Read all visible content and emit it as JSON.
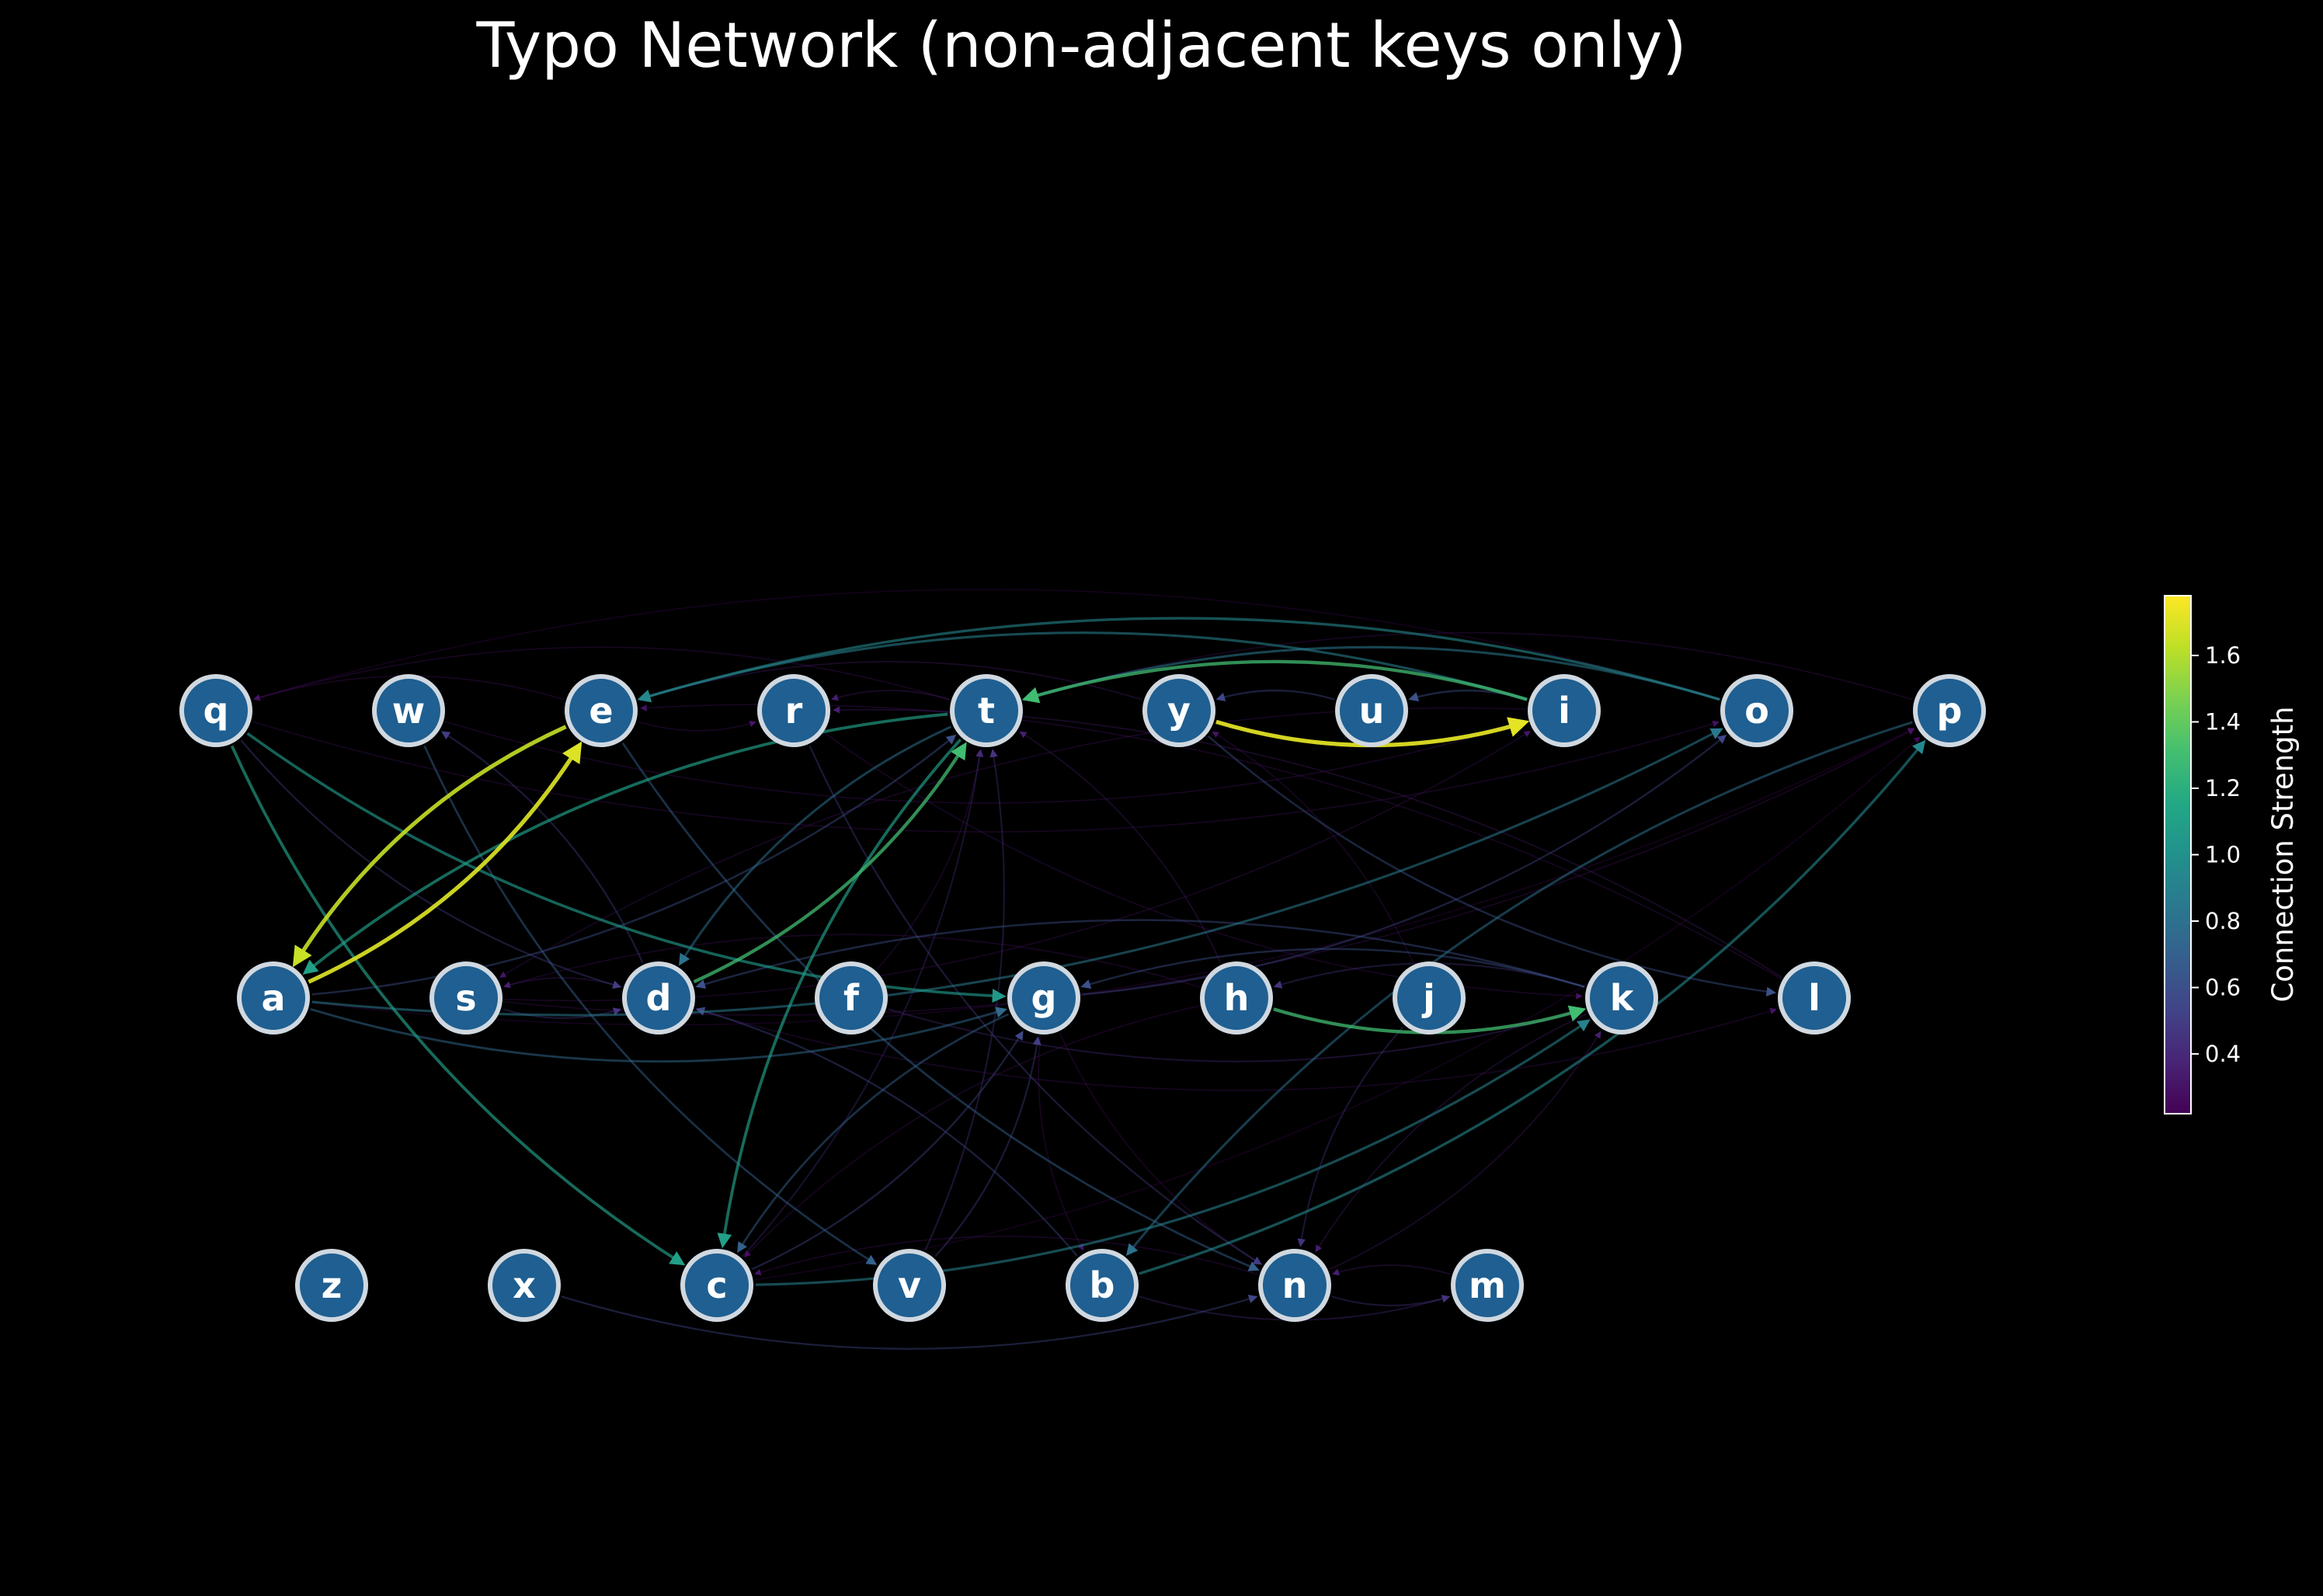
{
  "title": "Typo Network (non-adjacent keys only)",
  "colorbar": {
    "label": "Connection Strength",
    "range": [
      0.22,
      1.78
    ],
    "ticks": [
      "0.4",
      "0.6",
      "0.8",
      "1.0",
      "1.2",
      "1.4",
      "1.6"
    ],
    "tick_values": [
      0.4,
      0.6,
      0.8,
      1.0,
      1.2,
      1.4,
      1.6
    ],
    "colormap": "viridis"
  },
  "node_color": "#1f5f91",
  "node_border_color": "#d0d8e0",
  "nodes": [
    {
      "id": "q",
      "label": "q"
    },
    {
      "id": "w",
      "label": "w"
    },
    {
      "id": "e",
      "label": "e"
    },
    {
      "id": "r",
      "label": "r"
    },
    {
      "id": "t",
      "label": "t"
    },
    {
      "id": "y",
      "label": "y"
    },
    {
      "id": "u",
      "label": "u"
    },
    {
      "id": "i",
      "label": "i"
    },
    {
      "id": "o",
      "label": "o"
    },
    {
      "id": "p",
      "label": "p"
    },
    {
      "id": "a",
      "label": "a"
    },
    {
      "id": "s",
      "label": "s"
    },
    {
      "id": "d",
      "label": "d"
    },
    {
      "id": "f",
      "label": "f"
    },
    {
      "id": "g",
      "label": "g"
    },
    {
      "id": "h",
      "label": "h"
    },
    {
      "id": "j",
      "label": "j"
    },
    {
      "id": "k",
      "label": "k"
    },
    {
      "id": "l",
      "label": "l"
    },
    {
      "id": "z",
      "label": "z"
    },
    {
      "id": "x",
      "label": "x"
    },
    {
      "id": "c",
      "label": "c"
    },
    {
      "id": "v",
      "label": "v"
    },
    {
      "id": "b",
      "label": "b"
    },
    {
      "id": "n",
      "label": "n"
    },
    {
      "id": "m",
      "label": "m"
    }
  ],
  "edges": [
    {
      "source": "a",
      "target": "e",
      "weight": 1.7
    },
    {
      "source": "e",
      "target": "a",
      "weight": 1.65
    },
    {
      "source": "y",
      "target": "i",
      "weight": 1.72
    },
    {
      "source": "d",
      "target": "t",
      "weight": 1.3
    },
    {
      "source": "h",
      "target": "k",
      "weight": 1.3
    },
    {
      "source": "i",
      "target": "t",
      "weight": 1.3
    },
    {
      "source": "q",
      "target": "c",
      "weight": 1.1
    },
    {
      "source": "q",
      "target": "g",
      "weight": 1.05
    },
    {
      "source": "t",
      "target": "a",
      "weight": 1.1
    },
    {
      "source": "t",
      "target": "c",
      "weight": 1.1
    },
    {
      "source": "o",
      "target": "e",
      "weight": 0.95
    },
    {
      "source": "b",
      "target": "p",
      "weight": 0.95
    },
    {
      "source": "c",
      "target": "k",
      "weight": 0.9
    },
    {
      "source": "i",
      "target": "e",
      "weight": 0.9
    },
    {
      "source": "a",
      "target": "o",
      "weight": 0.85
    },
    {
      "source": "o",
      "target": "t",
      "weight": 0.85
    },
    {
      "source": "p",
      "target": "b",
      "weight": 0.8
    },
    {
      "source": "t",
      "target": "d",
      "weight": 0.8
    },
    {
      "source": "a",
      "target": "g",
      "weight": 0.75
    },
    {
      "source": "e",
      "target": "n",
      "weight": 0.7
    },
    {
      "source": "w",
      "target": "v",
      "weight": 0.7
    },
    {
      "source": "g",
      "target": "c",
      "weight": 0.7
    },
    {
      "source": "k",
      "target": "d",
      "weight": 0.6
    },
    {
      "source": "x",
      "target": "n",
      "weight": 0.55
    },
    {
      "source": "y",
      "target": "l",
      "weight": 0.6
    },
    {
      "source": "r",
      "target": "n",
      "weight": 0.5
    },
    {
      "source": "k",
      "target": "g",
      "weight": 0.6
    },
    {
      "source": "b",
      "target": "d",
      "weight": 0.55
    },
    {
      "source": "c",
      "target": "g",
      "weight": 0.55
    },
    {
      "source": "i",
      "target": "u",
      "weight": 0.6
    },
    {
      "source": "u",
      "target": "y",
      "weight": 0.55
    },
    {
      "source": "q",
      "target": "d",
      "weight": 0.5
    },
    {
      "source": "d",
      "target": "w",
      "weight": 0.5
    },
    {
      "source": "a",
      "target": "t",
      "weight": 0.6
    },
    {
      "source": "g",
      "target": "o",
      "weight": 0.55
    },
    {
      "source": "j",
      "target": "n",
      "weight": 0.45
    },
    {
      "source": "v",
      "target": "g",
      "weight": 0.5
    },
    {
      "source": "v",
      "target": "t",
      "weight": 0.45
    },
    {
      "source": "n",
      "target": "m",
      "weight": 0.45
    },
    {
      "source": "b",
      "target": "m",
      "weight": 0.4
    },
    {
      "source": "m",
      "target": "n",
      "weight": 0.35
    },
    {
      "source": "s",
      "target": "d",
      "weight": 0.45
    },
    {
      "source": "d",
      "target": "s",
      "weight": 0.35
    },
    {
      "source": "h",
      "target": "s",
      "weight": 0.3
    },
    {
      "source": "p",
      "target": "t",
      "weight": 0.3
    },
    {
      "source": "t",
      "target": "r",
      "weight": 0.35
    },
    {
      "source": "l",
      "target": "r",
      "weight": 0.35
    },
    {
      "source": "t",
      "target": "q",
      "weight": 0.3
    },
    {
      "source": "e",
      "target": "q",
      "weight": 0.3
    },
    {
      "source": "o",
      "target": "q",
      "weight": 0.25
    },
    {
      "source": "h",
      "target": "t",
      "weight": 0.35
    },
    {
      "source": "k",
      "target": "h",
      "weight": 0.45
    },
    {
      "source": "f",
      "target": "k",
      "weight": 0.4
    },
    {
      "source": "s",
      "target": "p",
      "weight": 0.3
    },
    {
      "source": "k",
      "target": "n",
      "weight": 0.35
    },
    {
      "source": "n",
      "target": "k",
      "weight": 0.35
    },
    {
      "source": "n",
      "target": "c",
      "weight": 0.3
    },
    {
      "source": "c",
      "target": "t",
      "weight": 0.4
    },
    {
      "source": "i",
      "target": "s",
      "weight": 0.3
    },
    {
      "source": "q",
      "target": "o",
      "weight": 0.3
    },
    {
      "source": "y",
      "target": "e",
      "weight": 0.35
    },
    {
      "source": "l",
      "target": "e",
      "weight": 0.3
    },
    {
      "source": "g",
      "target": "b",
      "weight": 0.3
    },
    {
      "source": "d",
      "target": "l",
      "weight": 0.3
    },
    {
      "source": "j",
      "target": "y",
      "weight": 0.3
    },
    {
      "source": "c",
      "target": "p",
      "weight": 0.25
    },
    {
      "source": "r",
      "target": "k",
      "weight": 0.3
    },
    {
      "source": "h",
      "target": "c",
      "weight": 0.28
    },
    {
      "source": "g",
      "target": "n",
      "weight": 0.28
    },
    {
      "source": "w",
      "target": "i",
      "weight": 0.3
    },
    {
      "source": "s",
      "target": "i",
      "weight": 0.3
    },
    {
      "source": "f",
      "target": "t",
      "weight": 0.3
    },
    {
      "source": "a",
      "target": "p",
      "weight": 0.25
    },
    {
      "source": "e",
      "target": "r",
      "weight": 0.3
    }
  ]
}
